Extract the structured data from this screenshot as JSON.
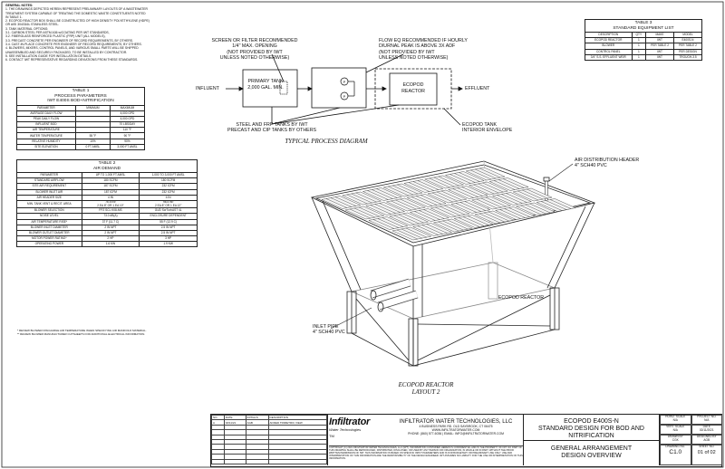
{
  "general_notes": {
    "title": "GENERAL NOTES:",
    "lines": [
      "1.  THE DRAWINGS DEPICTED HEREIN REPRESENT PRELIMINARY LAYOUTS OF A WASTEWATER",
      "     TREATMENT SYSTEM CAPABLE OF TREATING THE DOMESTIC WASTE CONSTITUENTS NOTED",
      "     IN TABLE 1.",
      "2.  ECOPOD REACTOR BOX SHALL BE CONSTRUCTED OF HIGH DENSITY POLYETHYLENE (HDPE)",
      "     OR AISI 304/316L STAINLESS STEEL.",
      "3.  TANK MATERIAL OPTIONS:",
      "     3.1.  CARBON STEEL PER ASTM A36 w/COATING PER IWT STANDARDS,",
      "     3.2.  FIBERGLASS REINFORCED PLASTIC (FRP) UNIT (ALL MODELS),",
      "     3.3.  PRECAST CONCRETE PER ENGINEER OF RECORD REQUIREMENTS, BY OTHERS.",
      "     3.4.  CAST-IN-PLACE CONCRETE PER ENGINEER OF RECORD REQUIREMENTS, BY OTHERS.",
      "4.  BLOWERS, MIXERS, CONTROL PANELS, AND VARIOUS SMALL PARTS WILL BE SHIPPED",
      "     UNASSEMBLED AND SECURELY PACKAGED, TO BE INSTALLED BY CONTRACTOR.",
      "5.  SEE INSTALLATION GUIDE FOR INSTALLATION DETAILS.",
      "6.  CONTACT IWT REPRESENTATIVE REGARDING DEVIATIONS FROM THESE STANDARDS."
    ]
  },
  "table1": {
    "title1": "TABLE 1",
    "title2": "PROCESS PARAMETERS",
    "title3": "IWT E400S BOD+NITRIFICATION",
    "headers": [
      "PARAMETER",
      "MINIMUM",
      "MAXIMUM"
    ],
    "rows": [
      [
        "AVERAGE DAILY FLOW",
        "",
        "4,000 GPD"
      ],
      [
        "PEAK DAILY FLOW",
        "",
        "4,000 GPD"
      ],
      [
        "INFLUENT BOD",
        "",
        "70 LBS/DAY"
      ],
      [
        "AIR TEMPERATURE",
        "",
        "110 °F"
      ],
      [
        "WATER TEMPERATURE",
        "55 °F",
        "90 °F"
      ],
      [
        "RELATIVE HUMIDITY",
        "10%",
        "90%"
      ],
      [
        "SITE ELEVATION",
        "0 FT AMSL",
        "3,000 FT AMSL"
      ]
    ]
  },
  "table2": {
    "title1": "TABLE 2",
    "title2": "AIR DEMAND",
    "headers": [
      "PARAMETER",
      "UP TO 1,000 FT AMSL",
      "1,000 TO 3,000 FT AMSL"
    ],
    "rows": [
      [
        "STANDARD AIRFLOW",
        "180 SCFM",
        "180 SCFM"
      ],
      [
        "SITE AIR REQUIREMENT",
        "187 SCFM",
        "232 ICFM"
      ],
      [
        "BLOWER INLET AIR",
        "187 ICFM",
        "232 ICFM"
      ],
      [
        "AIR HEADER SIZE",
        "4 IN",
        "4 IN"
      ],
      [
        "MIN. TANK VENT & RECIT. AREA",
        "76.5 IN²\n2 EA 8\" OR 1 EA 10\"",
        "98.4 IN²\n2 EA 8\" OR 1 EA 12\""
      ],
      [
        "BLOWER SELECTION",
        "FPZ SCL K08-MS",
        "GUD ScrTurbAST 4L"
      ],
      [
        "NOISE LEVEL",
        "73.0 dB(A)",
        "ENCLOSURE DEPENDENT"
      ],
      [
        "AIR TEMPERATURE RISE*",
        "37 F (11.7 C)",
        "55 F (12.9 C)"
      ],
      [
        "BLOWER INLET DIAMETER",
        "2 IN NPT",
        "2.5 IN NPT"
      ],
      [
        "BLOWER OUTLET DIAMETER",
        "2 IN NPT",
        "2.5 IN NPT"
      ],
      [
        "MOTOR POWER RATING*",
        "2 HP",
        "3 HP"
      ],
      [
        "OPERATING POWER",
        "1.6 KW",
        "1.9 KW"
      ]
    ],
    "footnotes": [
      "*  REVIEW BLOWER DISCHARGE AIR TEMPERATURE WHEN SPECIFYING AIR MANIFOLD MATERIAL.",
      "**  REVIEW BLOWER MANUFACTURER CUTSHEETS FOR ADDITIONAL ELECTRICAL INFORMATION."
    ]
  },
  "table3": {
    "title1": "TABLE 3",
    "title2": "STANDARD EQUIPMENT LIST",
    "headers": [
      "DESCRIPTION",
      "QTY",
      "MAKE",
      "MODEL"
    ],
    "rows": [
      [
        "ECOPOD REACTOR",
        "1",
        "IWT",
        "E400S-N"
      ],
      [
        "BLOWER",
        "1",
        "PER TABLE 2",
        "PER TABLE 2"
      ],
      [
        "CONTROL PANEL",
        "1",
        "IWT",
        "PER DESIGN"
      ],
      [
        "3/4\" S.S. EFFLUENT WEIR",
        "1",
        "IWT",
        "TROUGH-3.5"
      ]
    ]
  },
  "process_diagram": {
    "screen_note": [
      "SCREEN OR FILTER RECOMMENDED",
      "1/4\" MAX. OPENING",
      "(NOT PROVIDED BY IWT",
      "UNLESS NOTED OTHERWISE)"
    ],
    "flow_eq_note": [
      "FLOW EQ RECOMMENDED IF HOURLY",
      "DIURNAL PEAK IS ABOVE 3x ADF",
      "(NOT PROVIDED BY IWT",
      "UNLESS NOTED OTHERWISE)"
    ],
    "influent": "INFLUENT",
    "primary_tank": [
      "PRIMARY TANK",
      "2,000 GAL. MIN."
    ],
    "pump_symbol": "P",
    "reactor": [
      "ECOPOD",
      "REACTOR"
    ],
    "effluent": "EFFLUENT",
    "steel_note": [
      "STEEL AND FRP TANKS BY IWT",
      "PRECAST AND CIP TANKS BY OTHERS"
    ],
    "tank_note": [
      "ECOPOD TANK",
      "INTERIOR ENVELOPE"
    ],
    "title": "TYPICAL PROCESS DIAGRAM"
  },
  "layout_drawing": {
    "air_header_note": [
      "AIR DISTRIBUTION HEADER",
      "4\" SCH40 PVC"
    ],
    "reactor_label": "ECOPOD REACTOR",
    "inlet_note": [
      "INLET PIPE",
      "4\" SCH40 PVC"
    ],
    "title1": "ECOPOD REACTOR",
    "title2": "LAYOUT 2"
  },
  "title_block": {
    "rev_headers": [
      "NO.",
      "DATE",
      "INITIALS",
      "DESCRIPTION"
    ],
    "rev_rows": [
      [
        "A",
        "02/11/21",
        "AGB",
        "ADDED TRIMETRIC VIEW"
      ]
    ],
    "logo_word": "Infiltrator",
    "logo_sub": "Water Technologies",
    "logo_sub2": "TM",
    "company": "INFILTRATOR WATER TECHNOLOGIES, LLC",
    "address": "4 BUSINESS PARK RD. OLD SAYBROOK, CT 06475",
    "website": "WWW.INFILTRATORWATER.COM",
    "phone": "PHONE: (860) 577-6036 | EMAIL: INFO@INFILTRATORWATER.COM",
    "copyright": "COPYRIGHT (C) 2021 INFILTRATOR WATER TECHNOLOGIES, LLC (IWT). INFORMATION CONTAINED HEREIN IS CONFIDENTIAL AND IS THE PROPERTY OF IWT. NO PART OF THIS DRAWING SHALL BE REPRODUCED, DISTRIBUTED, DISCLOSED, OR USED BY ANY PERSON OR ORGANIZATION, IN WHOLE OR IN PART, WITHOUT THE PRIOR WRITTEN PERMISSION OF IWT. THIS INFORMATION IS BASED ON SPECIFIC INPUT PARAMETERS AND IS FOR BUDGETARY OR PRELIMINARY USE ONLY. USE AND INTERPRETATION OF THIS INFORMATION ARE THE RESPONSIBILITY OF THE DESIGN ENGINEER. IWT ASSUMES NO LIABILITY FOR THE USE OR INTERPRETATION OF THIS INFORMATION.",
    "title_line1": "ECOPOD E400S-N",
    "title_line2": "STANDARD DESIGN FOR BOD AND NITRIFICATION",
    "title_line3": "GENERAL ARRANGEMENT",
    "title_line4": "DESIGN OVERVIEW",
    "horiz_scale_label": "HORIZ. SCALE",
    "horiz_scale": "N/A",
    "vert_scale_label": "VERT. SCALE",
    "vert_scale": "N/A",
    "project_label": "PROJECT NO.",
    "project": "N/A",
    "date_label": "DATE",
    "date": "02/11/2021",
    "drawn_label": "DRAWN BY",
    "drawn": "CGK",
    "designed_label": "DESIGNED BY",
    "designed": "AGB",
    "drawing_label": "DRAWING NO.",
    "drawing_no": "C1.0",
    "sheet_label": "SHEET NO.",
    "sheet_no": "01 of 02"
  }
}
